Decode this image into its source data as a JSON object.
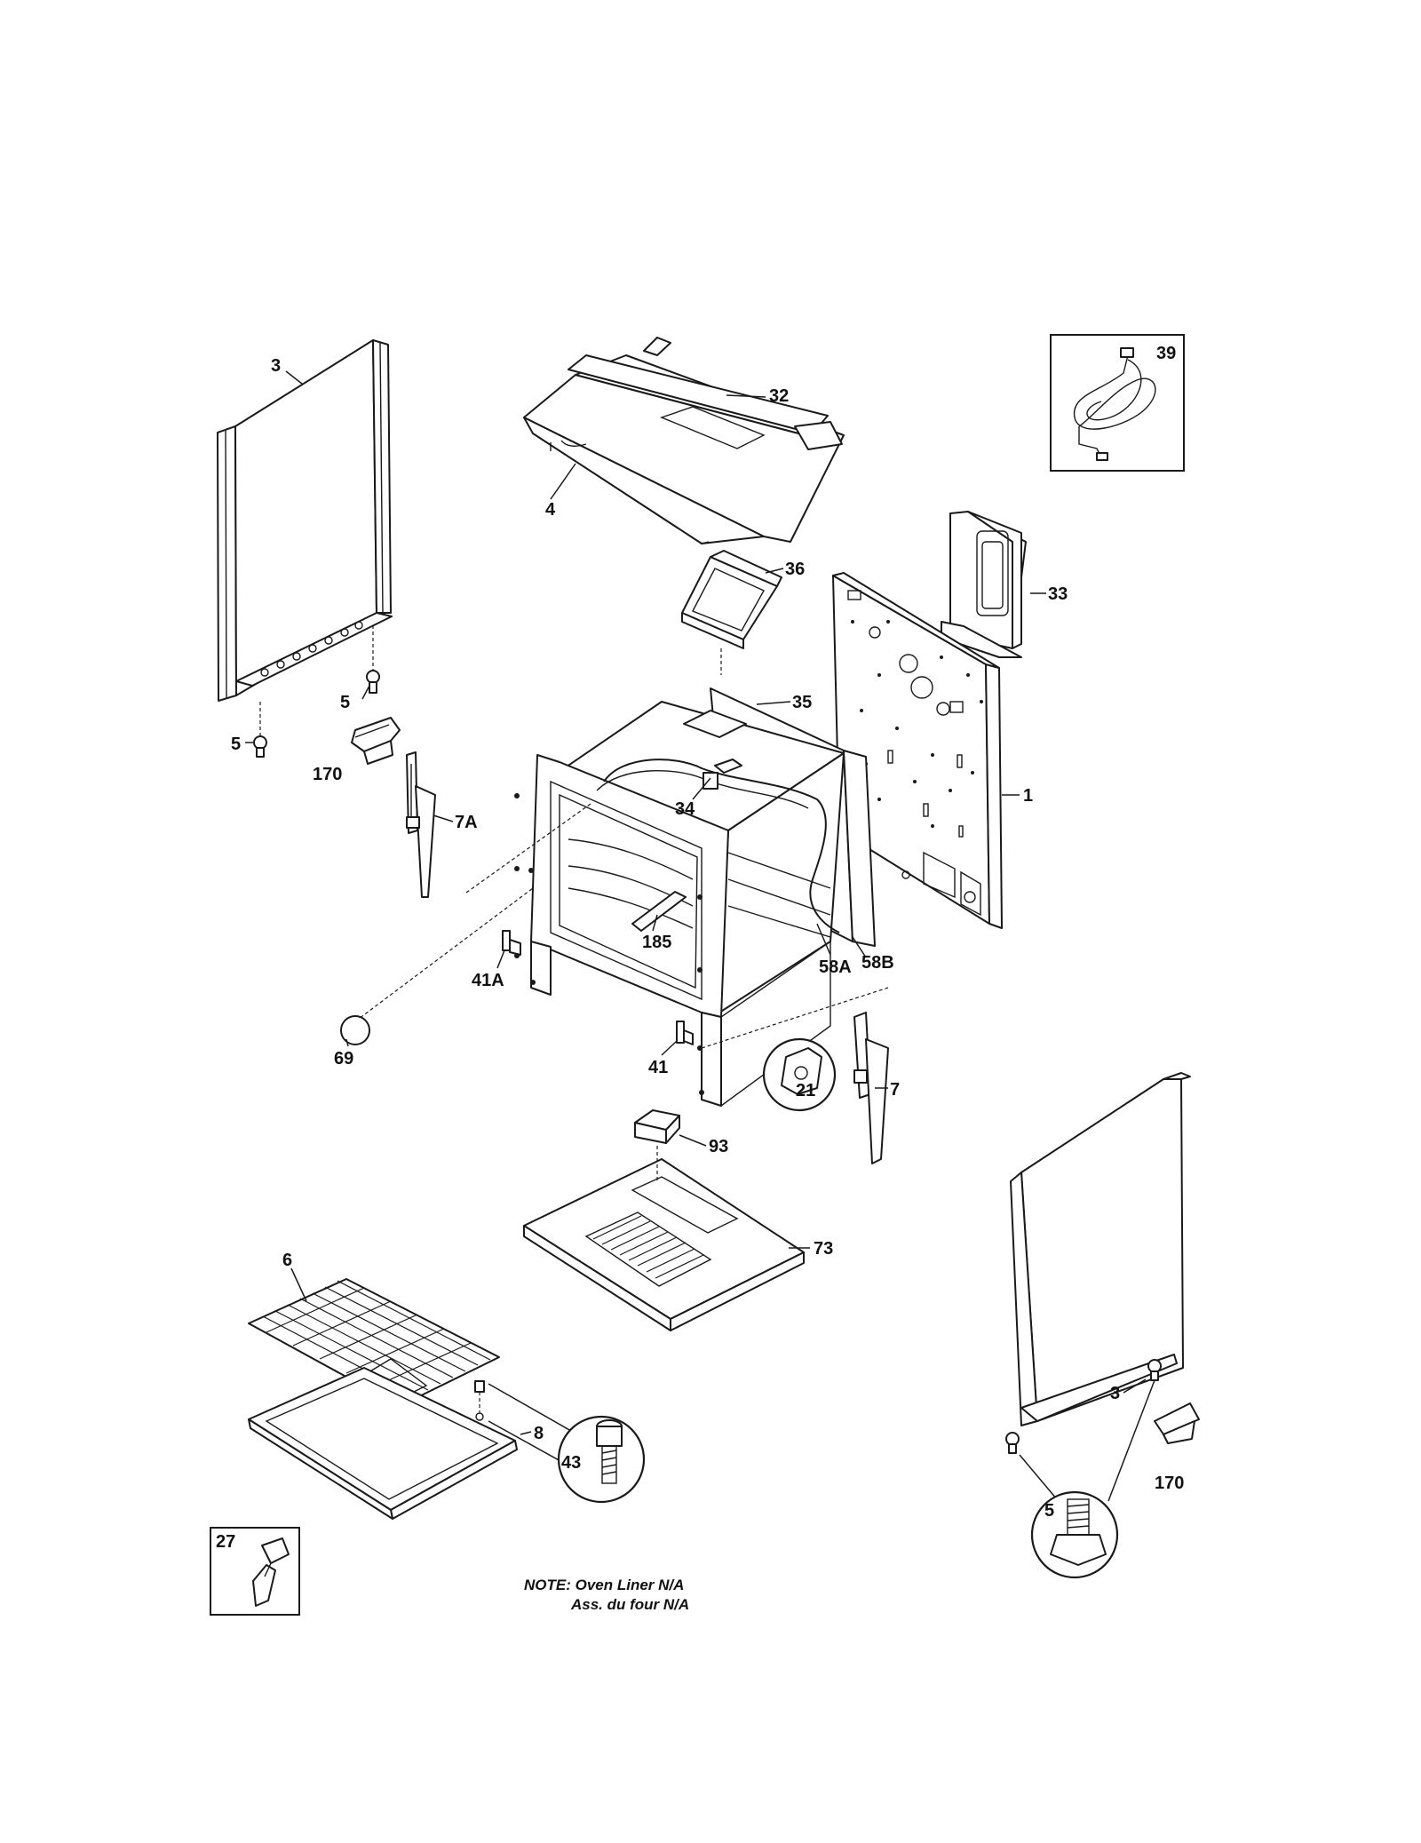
{
  "callouts": {
    "c3_left": "3",
    "c32": "32",
    "c4": "4",
    "c39": "39",
    "c36": "36",
    "c33": "33",
    "c5_a": "5",
    "c5_b": "5",
    "c170_left": "170",
    "c35": "35",
    "c1": "1",
    "c7a": "7A",
    "c34": "34",
    "c185": "185",
    "c58a": "58A",
    "c58b": "58B",
    "c41a": "41A",
    "c69": "69",
    "c41": "41",
    "c21": "21",
    "c7": "7",
    "c93": "93",
    "c73": "73",
    "c6": "6",
    "c3_right": "3",
    "c43": "43",
    "c8": "8",
    "c170_right": "170",
    "c5_circle": "5",
    "c27": "27"
  },
  "note": {
    "line1": "NOTE: Oven Liner N/A",
    "line2": "Ass. du four N/A"
  }
}
